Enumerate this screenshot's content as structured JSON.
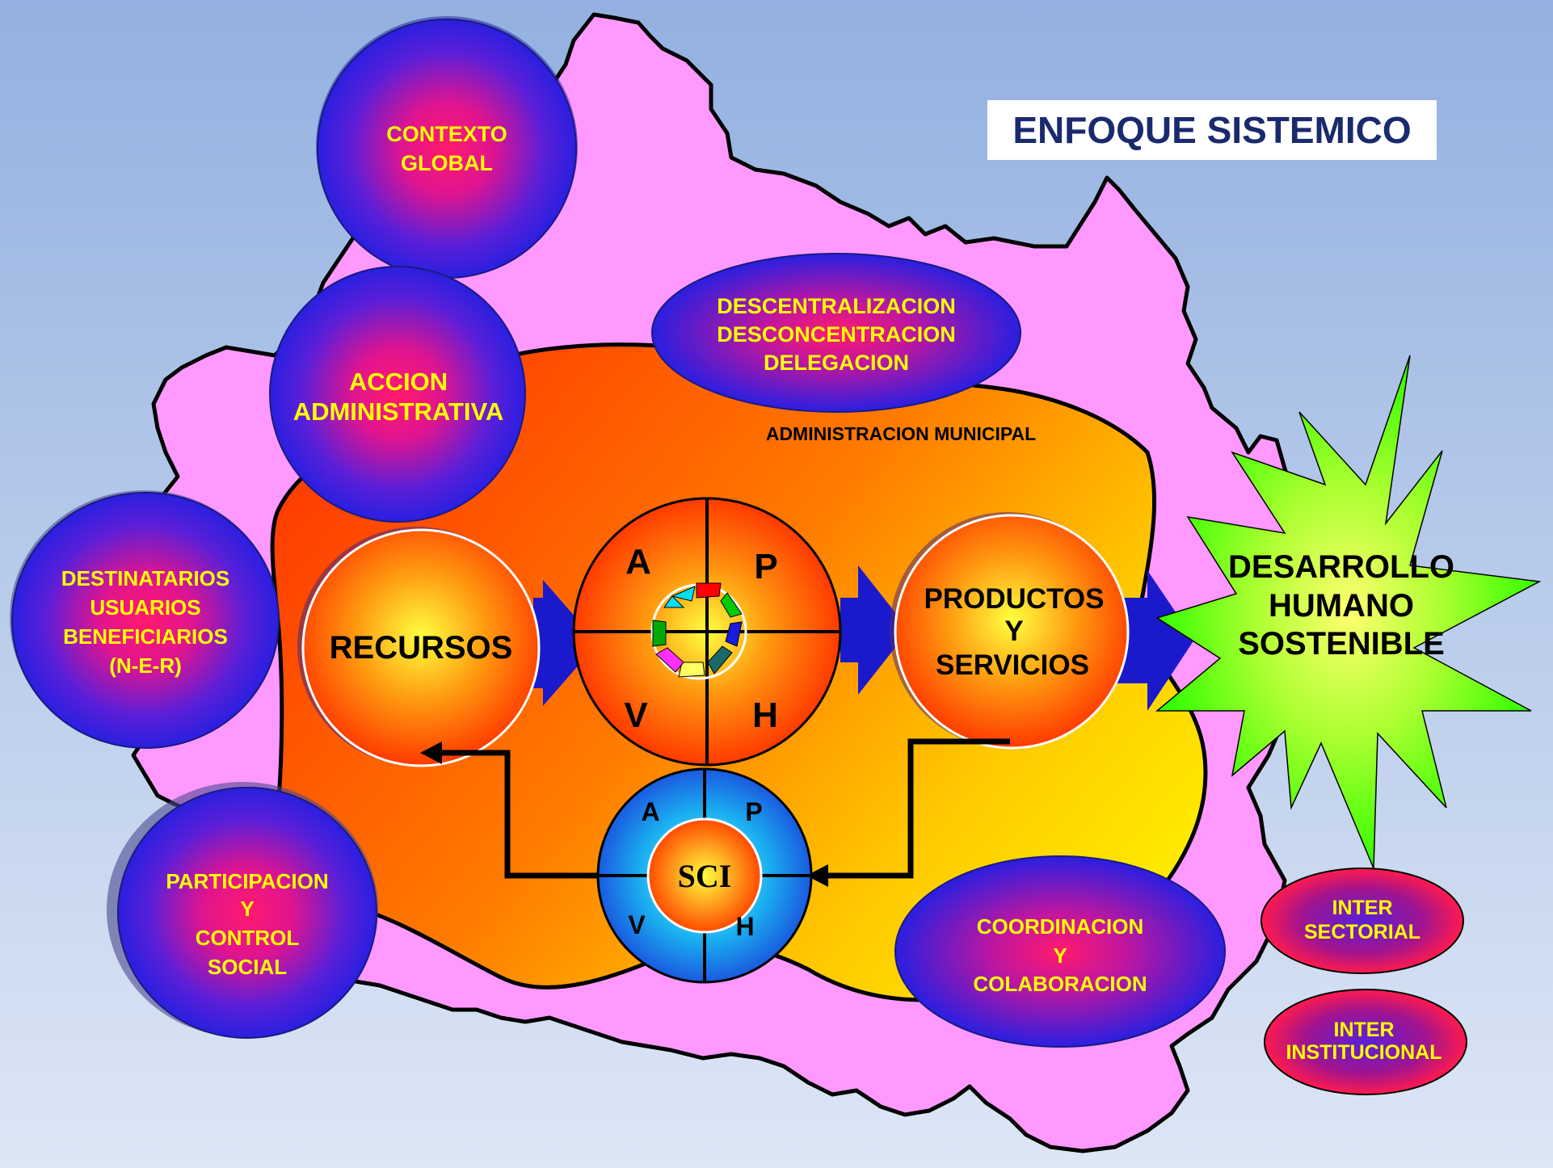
{
  "title": "ENFOQUE SISTEMICO",
  "nodes": {
    "contexto_global": [
      "CONTEXTO",
      "GLOBAL"
    ],
    "accion_administrativa": [
      "ACCION",
      "ADMINISTRATIVA"
    ],
    "destinatarios": [
      "DESTINATARIOS",
      "USUARIOS",
      "BENEFICIARIOS",
      "(N-E-R)"
    ],
    "participacion": [
      "PARTICIPACION",
      "Y",
      "CONTROL",
      "SOCIAL"
    ],
    "descentralizacion": [
      "DESCENTRALIZACION",
      "DESCONCENTRACION",
      "DELEGACION"
    ],
    "administracion_municipal": "ADMINISTRACION MUNICIPAL",
    "recursos": "RECURSOS",
    "productos": [
      "PRODUCTOS",
      "Y",
      "SERVICIOS"
    ],
    "desarrollo": [
      "DESARROLLO",
      "HUMANO",
      "SOSTENIBLE"
    ],
    "coordinacion": [
      "COORDINACION",
      "Y",
      "COLABORACION"
    ],
    "inter_sectorial": [
      "INTER",
      "SECTORIAL"
    ],
    "inter_institucional": [
      "INTER",
      "INSTITUCIONAL"
    ],
    "sci": "SCI",
    "cycle_letters": {
      "a": "A",
      "p": "P",
      "v": "V",
      "h": "H"
    }
  },
  "colors": {
    "background_top": "#93b0e0",
    "background_bottom": "#dde6f5",
    "map_fill": "#ff99ff",
    "admin_red": "#ff4a00",
    "admin_yellow": "#ffee00",
    "blue_circle": "#2a1fe0",
    "magenta_center": "#ff1a8c",
    "label_yellow": "#ffff00",
    "arrow_blue": "#1a1acc",
    "star_green": "#33ff00",
    "title_text": "#1a2a6e"
  }
}
